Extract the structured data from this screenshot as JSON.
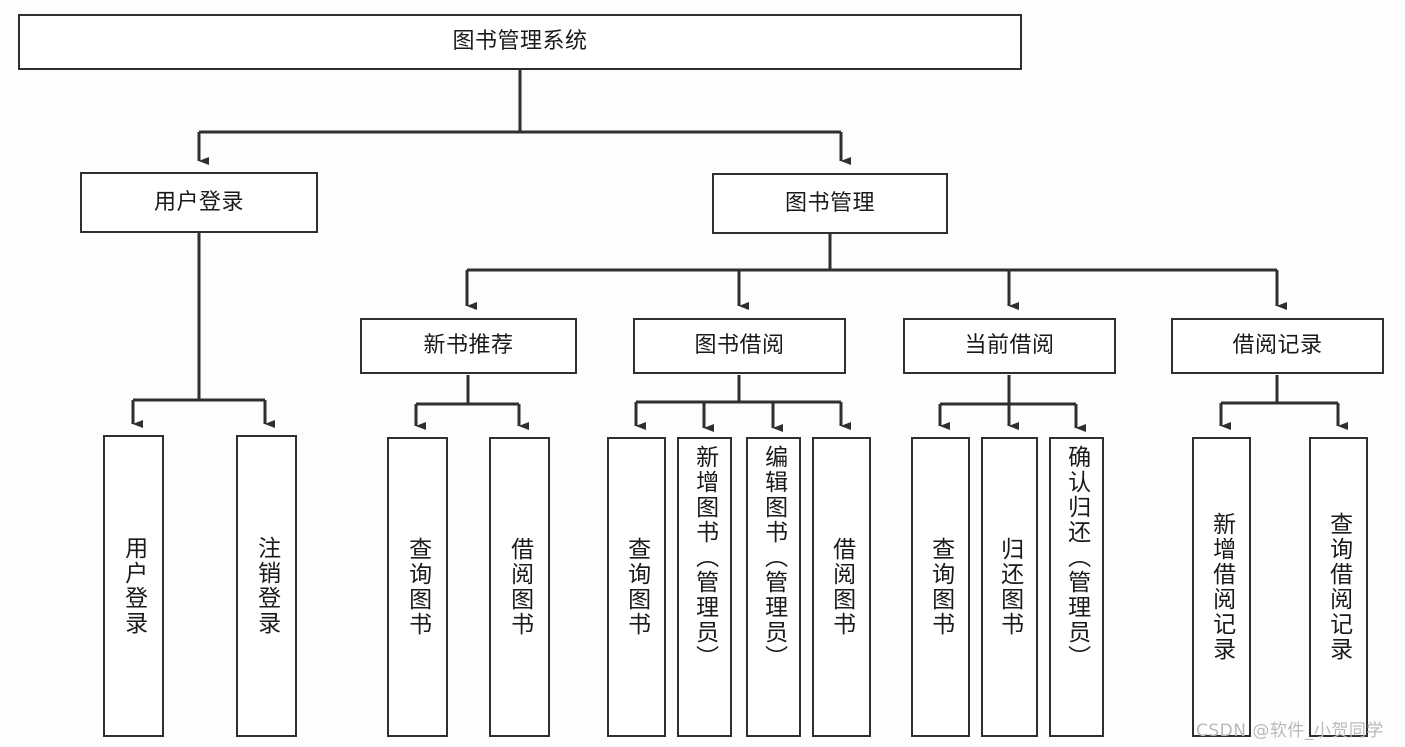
{
  "diagram": {
    "title": "图书管理系统",
    "type": "tree-hierarchy-diagram",
    "colors": {
      "border": "#2f2f2f",
      "node_fill": "#ffffff",
      "background": "#fdfdfd",
      "text": "#1a1a1a",
      "watermark": "#b9b9b9"
    },
    "root": {
      "label": "图书管理系统"
    },
    "level2": [
      {
        "id": "user-login",
        "label": "用户登录"
      },
      {
        "id": "book-manage",
        "label": "图书管理"
      }
    ],
    "level3": [
      {
        "id": "new-book-recommend",
        "label": "新书推荐"
      },
      {
        "id": "book-borrow",
        "label": "图书借阅"
      },
      {
        "id": "current-borrow",
        "label": "当前借阅"
      },
      {
        "id": "borrow-record",
        "label": "借阅记录"
      }
    ],
    "leaves": {
      "user_login": [
        {
          "id": "leaf-user-login",
          "label": "用户登录"
        },
        {
          "id": "leaf-logout-login",
          "label": "注销登录"
        }
      ],
      "new_book_recommend": [
        {
          "id": "leaf-query-book-1",
          "label": "查询图书"
        },
        {
          "id": "leaf-borrow-book-1",
          "label": "借阅图书"
        }
      ],
      "book_borrow": [
        {
          "id": "leaf-query-book-2",
          "label": "查询图书"
        },
        {
          "id": "leaf-add-book-admin",
          "label": "新增图书（管理员）"
        },
        {
          "id": "leaf-edit-book-admin",
          "label": "编辑图书（管理员）"
        },
        {
          "id": "leaf-borrow-book-2",
          "label": "借阅图书"
        }
      ],
      "current_borrow": [
        {
          "id": "leaf-query-book-3",
          "label": "查询图书"
        },
        {
          "id": "leaf-return-book",
          "label": "归还图书"
        },
        {
          "id": "leaf-confirm-return-admin",
          "label": "确认归还（管理员）"
        }
      ],
      "borrow_record": [
        {
          "id": "leaf-add-borrow-record",
          "label": "新增借阅记录"
        },
        {
          "id": "leaf-query-borrow-record",
          "label": "查询借阅记录"
        }
      ]
    },
    "watermark": "CSDN @软件_小贺同学"
  }
}
